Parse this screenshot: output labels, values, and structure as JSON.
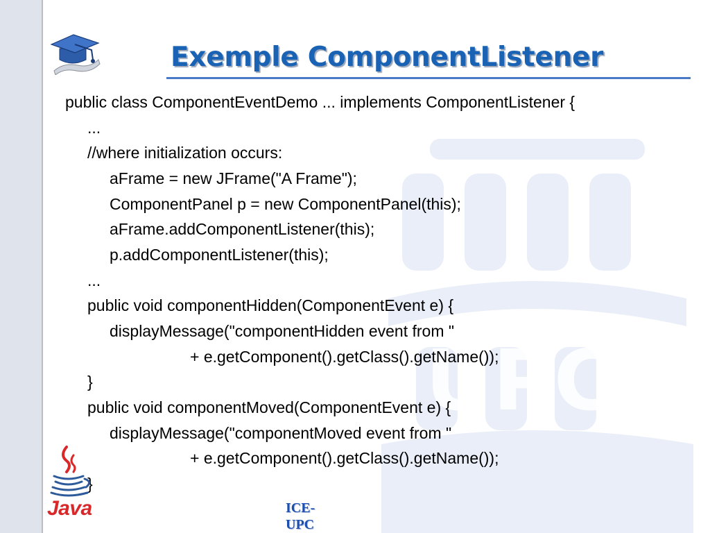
{
  "slide": {
    "title": "Exemple ComponentListener",
    "code_lines": [
      "public class ComponentEventDemo ... implements ComponentListener {",
      "...",
      "//where initialization occurs:",
      "aFrame = new JFrame(\"A Frame\");",
      "ComponentPanel p = new ComponentPanel(this);",
      "aFrame.addComponentListener(this);",
      "p.addComponentListener(this);",
      "...",
      "public void componentHidden(ComponentEvent e) {",
      "displayMessage(\"componentHidden event from \"",
      "+ e.getComponent().getClass().getName());",
      "}",
      "public void componentMoved(ComponentEvent e) {",
      "displayMessage(\"componentMoved event from \"",
      "+ e.getComponent().getClass().getName());",
      "}"
    ],
    "footer": {
      "line1": "ICE-",
      "line2": "UPC"
    },
    "logos": {
      "java_text": "Java",
      "watermark_text": "UPC"
    },
    "colors": {
      "title": "#1a63b4",
      "rule": "#4a7ac6",
      "java_red": "#d8282a",
      "java_blue": "#2c5a9a",
      "watermark": "#e8eef8",
      "footer": "#1b4fb0"
    }
  }
}
